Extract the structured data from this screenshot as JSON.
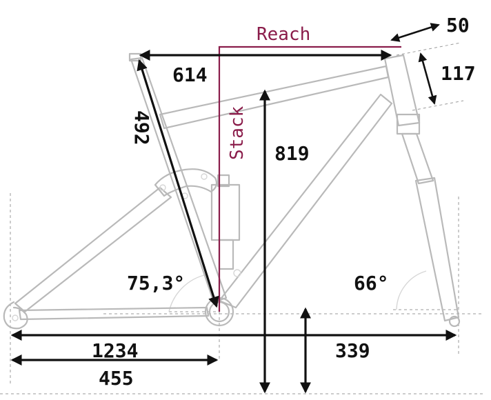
{
  "colors": {
    "dimension": "#111111",
    "accent": "#8a1c4a",
    "frame": "#b9b9b9"
  },
  "labels": {
    "reach": "Reach",
    "stack": "Stack",
    "top_50": "50",
    "head_tube_117": "117",
    "top_614": "614",
    "seat_tube_492": "492",
    "stack_819": "819",
    "seat_angle": "75,3°",
    "head_angle": "66°",
    "wheelbase_1234": "1234",
    "chainstay_455": "455",
    "bb_drop_339": "339"
  }
}
